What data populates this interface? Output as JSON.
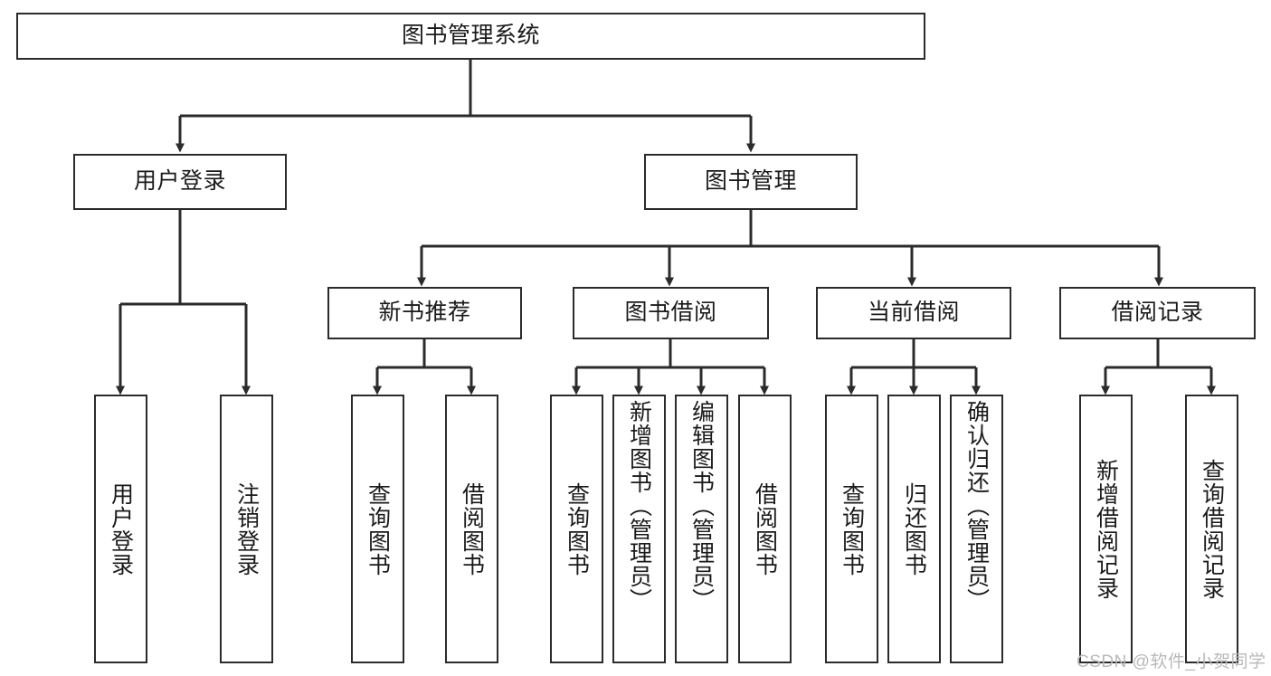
{
  "diagram": {
    "type": "tree-hierarchy-chart",
    "title": "图书管理系统",
    "orientation": "top-down",
    "box_style": {
      "border_color": "#2b2b2b",
      "fill_color": "#ffffff",
      "text_color": "#1a1a1a",
      "connector_color": "#2b2b2b"
    },
    "levels": [
      {
        "level": 1,
        "nodes": [
          {
            "id": "root",
            "label": "图书管理系统",
            "orientation": "horizontal"
          }
        ]
      },
      {
        "level": 2,
        "nodes": [
          {
            "id": "login",
            "label": "用户登录",
            "orientation": "horizontal",
            "parent": "root"
          },
          {
            "id": "bookmgmt",
            "label": "图书管理",
            "orientation": "horizontal",
            "parent": "root"
          }
        ]
      },
      {
        "level": 3,
        "nodes": [
          {
            "id": "newbook",
            "label": "新书推荐",
            "orientation": "horizontal",
            "parent": "bookmgmt"
          },
          {
            "id": "borrow",
            "label": "图书借阅",
            "orientation": "horizontal",
            "parent": "bookmgmt"
          },
          {
            "id": "current",
            "label": "当前借阅",
            "orientation": "horizontal",
            "parent": "bookmgmt"
          },
          {
            "id": "records",
            "label": "借阅记录",
            "orientation": "horizontal",
            "parent": "bookmgmt"
          }
        ]
      },
      {
        "level": 4,
        "nodes": [
          {
            "id": "leaf1",
            "label": "用户登录",
            "orientation": "vertical",
            "parent": "login"
          },
          {
            "id": "leaf2",
            "label": "注销登录",
            "orientation": "vertical",
            "parent": "login"
          },
          {
            "id": "leaf3",
            "label": "查询图书",
            "orientation": "vertical",
            "parent": "newbook"
          },
          {
            "id": "leaf4",
            "label": "借阅图书",
            "orientation": "vertical",
            "parent": "newbook"
          },
          {
            "id": "leaf5",
            "label": "查询图书",
            "orientation": "vertical",
            "parent": "borrow"
          },
          {
            "id": "leaf6",
            "label": "新增图书（管理员）",
            "orientation": "vertical",
            "parent": "borrow"
          },
          {
            "id": "leaf7",
            "label": "编辑图书（管理员）",
            "orientation": "vertical",
            "parent": "borrow"
          },
          {
            "id": "leaf8",
            "label": "借阅图书",
            "orientation": "vertical",
            "parent": "borrow"
          },
          {
            "id": "leaf9",
            "label": "查询图书",
            "orientation": "vertical",
            "parent": "current"
          },
          {
            "id": "leaf10",
            "label": "归还图书",
            "orientation": "vertical",
            "parent": "current"
          },
          {
            "id": "leaf11",
            "label": "确认归还（管理员）",
            "orientation": "vertical",
            "parent": "current"
          },
          {
            "id": "leaf12",
            "label": "新增借阅记录",
            "orientation": "vertical",
            "parent": "records"
          },
          {
            "id": "leaf13",
            "label": "查询借阅记录",
            "orientation": "vertical",
            "parent": "records"
          }
        ]
      }
    ]
  },
  "watermark": {
    "text": "CSDN @软件_小贺同学"
  }
}
